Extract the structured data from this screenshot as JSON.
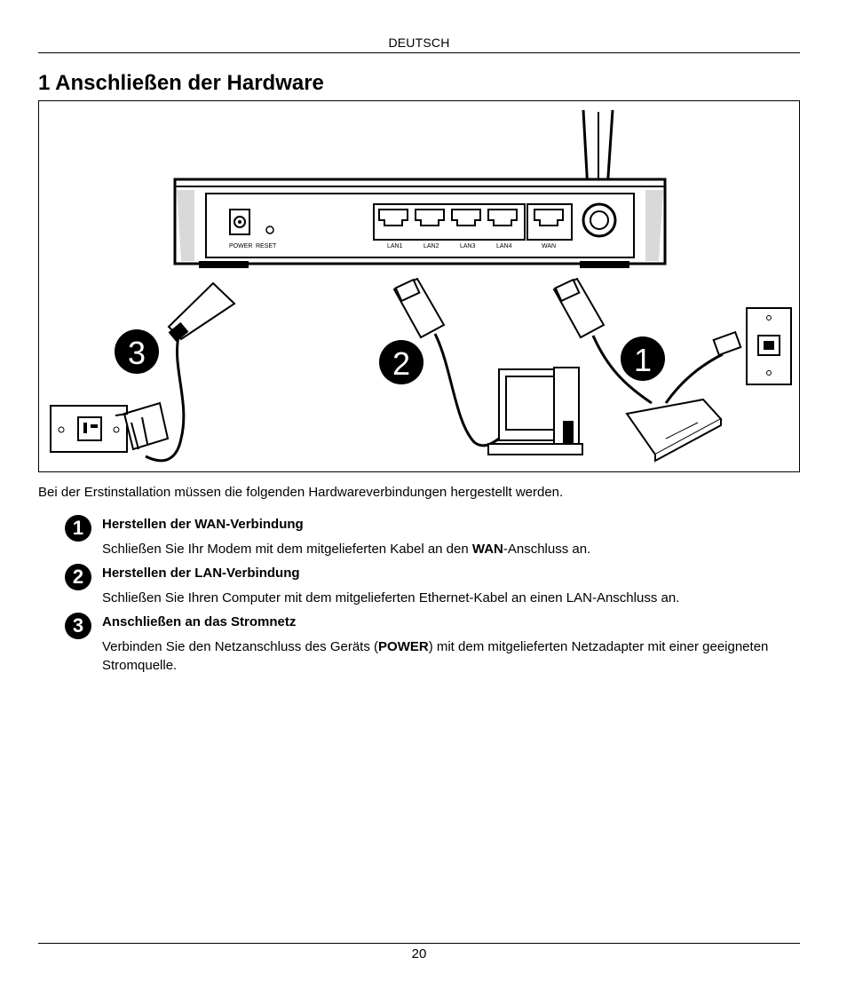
{
  "header": {
    "language": "DEUTSCH"
  },
  "page_title": "1 Anschließen der Hardware",
  "figure": {
    "callout_1": "1",
    "callout_2": "2",
    "callout_3": "3",
    "port_labels": {
      "power": "POWER",
      "reset": "RESET",
      "lan1": "LAN1",
      "lan2": "LAN2",
      "lan3": "LAN3",
      "lan4": "LAN4",
      "wan": "WAN"
    }
  },
  "intro": "Bei der Erstinstallation müssen die folgenden Hardwareverbindungen hergestellt werden.",
  "steps": [
    {
      "number": "1",
      "title": "Herstellen der WAN-Verbindung",
      "text_before": "Schließen Sie Ihr Modem mit dem mitgelieferten Kabel an den ",
      "text_bold": "WAN",
      "text_after": "-Anschluss an."
    },
    {
      "number": "2",
      "title": "Herstellen der LAN-Verbindung",
      "text": "Schließen Sie Ihren Computer mit dem mitgelieferten Ethernet-Kabel an einen LAN-Anschluss an."
    },
    {
      "number": "3",
      "title": "Anschließen an das Stromnetz",
      "text_before": "Verbinden Sie den Netzanschluss des Geräts (",
      "text_bold": "POWER",
      "text_after": ") mit dem mitgelieferten Netzadapter mit einer geeigneten Stromquelle."
    }
  ],
  "footer": {
    "page_number": "20"
  }
}
